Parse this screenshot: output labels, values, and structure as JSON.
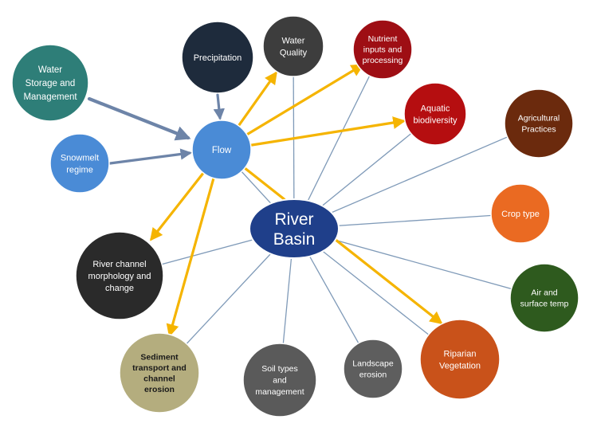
{
  "center": {
    "line1": "River",
    "line2": "Basin",
    "fill": "#1f3f8a"
  },
  "flow": {
    "label": "Flow",
    "fill": "#4a8bd6"
  },
  "colors": {
    "gold_arrow": "#f5b400",
    "blue_arrow": "#6d84a8",
    "spoke": "#7f9ab8"
  },
  "nodes": {
    "water_storage": {
      "lines": [
        "Water",
        "Storage and",
        "Management"
      ],
      "fill": "#2e7e78"
    },
    "precipitation": {
      "lines": [
        "Precipitation"
      ],
      "fill": "#1e2b3c"
    },
    "water_quality": {
      "lines": [
        "Water",
        "Quality"
      ],
      "fill": "#3d3d3d"
    },
    "nutrient": {
      "lines": [
        "Nutrient",
        "inputs and",
        "processing"
      ],
      "fill": "#9e0e14"
    },
    "aquatic": {
      "lines": [
        "Aquatic",
        "biodiversity"
      ],
      "fill": "#b50e10"
    },
    "agricultural": {
      "lines": [
        "Agricultural",
        "Practices"
      ],
      "fill": "#6b2a0d"
    },
    "snowmelt": {
      "lines": [
        "Snowmelt",
        "regime"
      ],
      "fill": "#4a8bd6"
    },
    "crop_type": {
      "lines": [
        "Crop type"
      ],
      "fill": "#ea6a22"
    },
    "river_channel": {
      "lines": [
        "River channel",
        "morphology and",
        "change"
      ],
      "fill": "#2a2a2a"
    },
    "air_temp": {
      "lines": [
        "Air and",
        "surface temp"
      ],
      "fill": "#2e5a1e"
    },
    "sediment": {
      "lines": [
        "Sediment",
        "transport and",
        "channel",
        "erosion"
      ],
      "fill": "#b4ad7e"
    },
    "soil": {
      "lines": [
        "Soil types",
        "and",
        "management"
      ],
      "fill": "#5a5a5a"
    },
    "landscape": {
      "lines": [
        "Landscape",
        "erosion"
      ],
      "fill": "#5e5e5e"
    },
    "riparian": {
      "lines": [
        "Riparian",
        "Vegetation"
      ],
      "fill": "#c9521a"
    }
  }
}
